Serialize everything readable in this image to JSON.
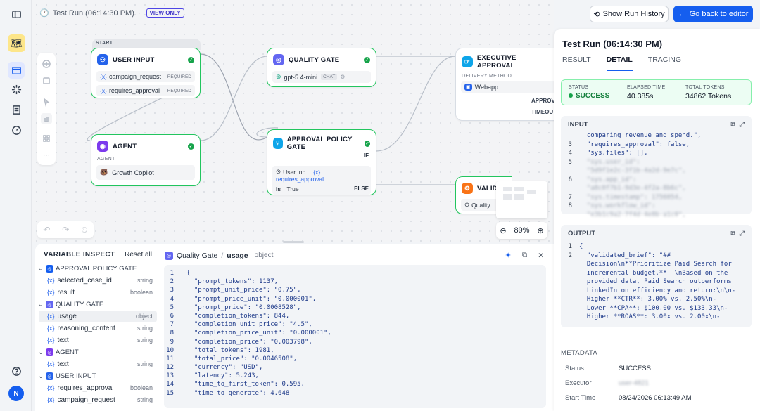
{
  "header": {
    "title": "Test Run (06:14:30 PM)",
    "badge": "VIEW ONLY",
    "show_history": "Show Run History",
    "back": "Go back to editor"
  },
  "nodes": {
    "start_label": "START",
    "user_input": {
      "title": "USER INPUT",
      "vars": [
        {
          "name": "campaign_request",
          "tag": "REQUIRED"
        },
        {
          "name": "requires_approval",
          "tag": "REQUIRED"
        }
      ]
    },
    "quality_gate": {
      "title": "QUALITY GATE",
      "model": "gpt-5.4-mini",
      "mode": "CHAT"
    },
    "executive": {
      "title": "EXECUTIVE APPROVAL",
      "sub": "DELIVERY METHOD",
      "method": "Webapp",
      "approve": "APPROV",
      "timeout": "TIMEOU"
    },
    "agent": {
      "title": "AGENT",
      "sub": "AGENT",
      "name": "Growth Copilot"
    },
    "policy": {
      "title": "APPROVAL POLICY GATE",
      "if": "IF",
      "cond_src": "User Inp...",
      "cond_var": "requires_approval",
      "op": "is",
      "val": "True",
      "else": "ELSE"
    },
    "validate": {
      "title": "VALIDA",
      "sub": "Quality ..."
    }
  },
  "zoom": "89%",
  "var_inspect": {
    "title": "VARIABLE INSPECT",
    "reset": "Reset all",
    "groups": [
      {
        "name": "APPROVAL POLICY GATE",
        "color": "#155eef",
        "items": [
          {
            "n": "selected_case_id",
            "t": "string"
          },
          {
            "n": "result",
            "t": "boolean"
          }
        ]
      },
      {
        "name": "QUALITY GATE",
        "color": "#6366f1",
        "items": [
          {
            "n": "usage",
            "t": "object",
            "active": true
          },
          {
            "n": "reasoning_content",
            "t": "string"
          },
          {
            "n": "text",
            "t": "string"
          }
        ]
      },
      {
        "name": "AGENT",
        "color": "#7c3aed",
        "items": [
          {
            "n": "text",
            "t": "string"
          }
        ]
      },
      {
        "name": "USER INPUT",
        "color": "#2563eb",
        "items": [
          {
            "n": "requires_approval",
            "t": "boolean"
          },
          {
            "n": "campaign_request",
            "t": "string"
          }
        ]
      }
    ]
  },
  "code_panel": {
    "source": "Quality Gate",
    "var": "usage",
    "type": "object",
    "lines": [
      "{",
      "  \"prompt_tokens\": 1137,",
      "  \"prompt_unit_price\": \"0.75\",",
      "  \"prompt_price_unit\": \"0.000001\",",
      "  \"prompt_price\": \"0.0008528\",",
      "  \"completion_tokens\": 844,",
      "  \"completion_unit_price\": \"4.5\",",
      "  \"completion_price_unit\": \"0.000001\",",
      "  \"completion_price\": \"0.003798\",",
      "  \"total_tokens\": 1981,",
      "  \"total_price\": \"0.0046508\",",
      "  \"currency\": \"USD\",",
      "  \"latency\": 5.243,",
      "  \"time_to_first_token\": 0.595,",
      "  \"time_to_generate\": 4.648"
    ]
  },
  "run": {
    "title": "Test Run (06:14:30 PM)",
    "tabs": [
      "RESULT",
      "DETAIL",
      "TRACING"
    ],
    "status_label": "STATUS",
    "status": "SUCCESS",
    "elapsed_label": "ELAPSED TIME",
    "elapsed": "40.385s",
    "tokens_label": "TOTAL TOKENS",
    "tokens": "34862 Tokens",
    "input_label": "INPUT",
    "input_lines": [
      {
        "n": "",
        "t": "  comparing revenue and spend.\","
      },
      {
        "n": "3",
        "t": "  \"requires_approval\": false,"
      },
      {
        "n": "4",
        "t": "  \"sys.files\": [],"
      },
      {
        "n": "5",
        "t": "  \"sys.user_id\":",
        "blur": true
      },
      {
        "n": "",
        "t": "  \"5d9f1e2c-3f1b-4a2d-9e7c\",",
        "blur": true
      },
      {
        "n": "6",
        "t": "  \"sys.app_id\":",
        "blur": true
      },
      {
        "n": "",
        "t": "  \"a8c0f7b1-9d3e-4f2a-8b6c\",",
        "blur": true
      },
      {
        "n": "7",
        "t": "  \"sys.timestamp\": 1756054,",
        "blur": true
      },
      {
        "n": "8",
        "t": "  \"sys.workflow_id\":",
        "blur": true
      },
      {
        "n": "",
        "t": "  \"e3b1c9a2-7f4d-4e8b-a1c0\",",
        "blur": true
      }
    ],
    "output_label": "OUTPUT",
    "output_lines": [
      {
        "n": "1",
        "t": "{"
      },
      {
        "n": "2",
        "t": "  \"validated_brief\": \"##"
      },
      {
        "n": "",
        "t": "  Decision\\n**Prioritize Paid Search for"
      },
      {
        "n": "",
        "t": "  incremental budget.**  \\nBased on the"
      },
      {
        "n": "",
        "t": "  provided data, Paid Search outperforms"
      },
      {
        "n": "",
        "t": "  LinkedIn on efficiency and return:\\n\\n-"
      },
      {
        "n": "",
        "t": "  Higher **CTR**: 3.00% vs. 2.50%\\n-"
      },
      {
        "n": "",
        "t": "  Lower **CPA**: $100.00 vs. $133.33\\n-"
      },
      {
        "n": "",
        "t": "  Higher **ROAS**: 3.00x vs. 2.00x\\n-"
      }
    ],
    "metadata_label": "METADATA",
    "meta": [
      {
        "k": "Status",
        "v": "SUCCESS"
      },
      {
        "k": "Executor",
        "v": "user-4821",
        "blur": true
      },
      {
        "k": "Start Time",
        "v": "08/24/2026 06:13:49 AM"
      }
    ]
  },
  "user_initial": "N"
}
